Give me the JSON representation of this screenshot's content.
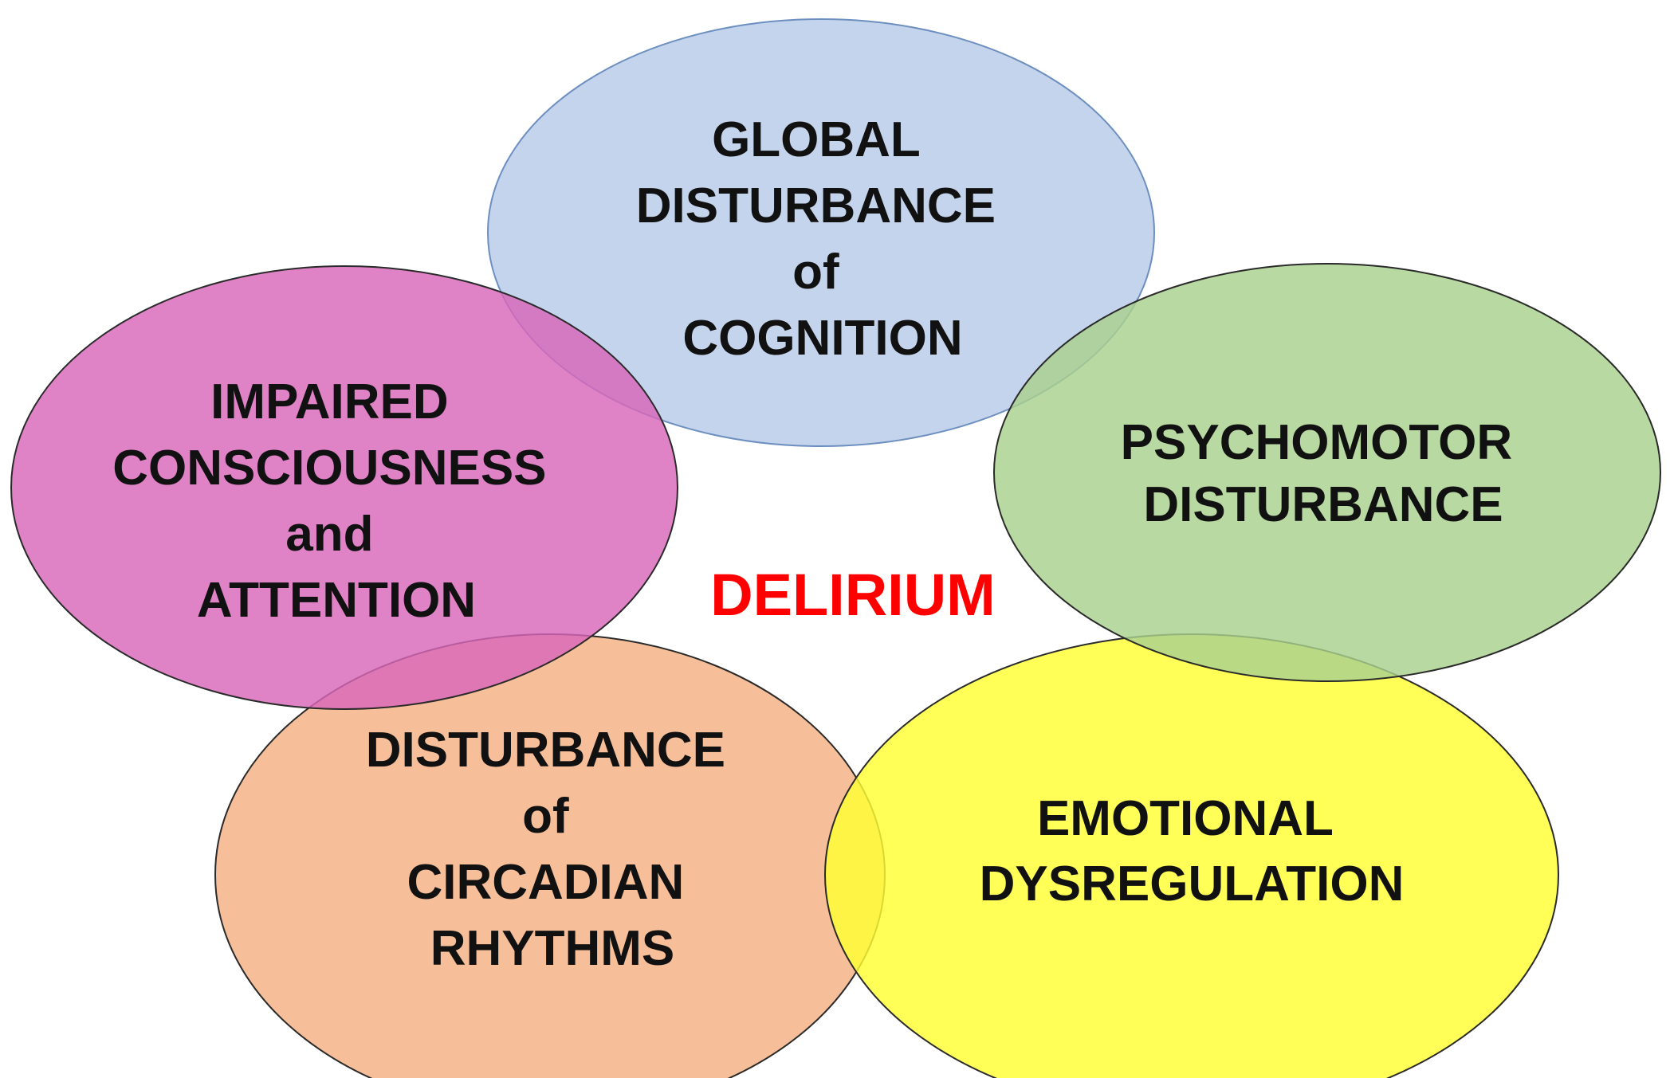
{
  "diagram": {
    "center": {
      "text": "DELIRIUM",
      "color": "#ff0000"
    },
    "nodes": [
      {
        "id": "global-cognition",
        "lines": [
          "GLOBAL",
          "DISTURBANCE",
          "of",
          "COGNITION"
        ],
        "fill": "#b7cbe8",
        "stroke": "#6d8fc0"
      },
      {
        "id": "psychomotor",
        "lines": [
          "PSYCHOMOTOR",
          "DISTURBANCE"
        ],
        "fill": "#a9d18e",
        "stroke": "#2a2a2a"
      },
      {
        "id": "emotional",
        "lines": [
          "EMOTIONAL",
          "DYSREGULATION"
        ],
        "fill": "#ffff33",
        "stroke": "#2a2a2a"
      },
      {
        "id": "circadian",
        "lines": [
          "DISTURBANCE",
          "of",
          "CIRCADIAN",
          "RHYTHMS"
        ],
        "fill": "#f4b183",
        "stroke": "#2a2a2a"
      },
      {
        "id": "consciousness",
        "lines": [
          "IMPAIRED",
          "CONSCIOUSNESS",
          "and",
          "ATTENTION"
        ],
        "fill": "#d867b9",
        "stroke": "#2a2a2a"
      }
    ]
  }
}
